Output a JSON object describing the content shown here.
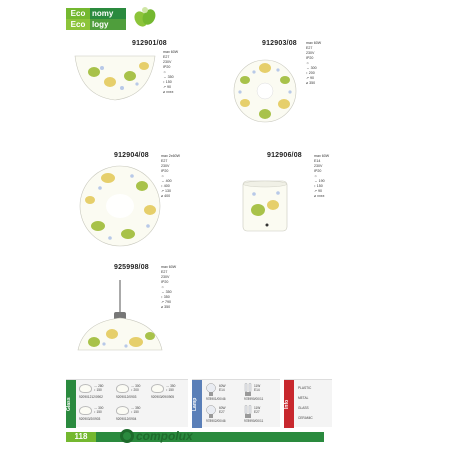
{
  "eco": {
    "row1_a": "Eco",
    "row1_b": "nomy",
    "row2_a": "Eco",
    "row2_b": "logy"
  },
  "products": [
    {
      "code": "912901/08",
      "specs": [
        "max 60W",
        "E27",
        "230V",
        "IP20",
        "",
        "350",
        "150",
        "90",
        "",
        "xxxx"
      ]
    },
    {
      "code": "912903/08",
      "specs": [
        "max 60W",
        "E27",
        "230V",
        "IP20",
        "",
        "300",
        "200",
        "90",
        "",
        "350"
      ]
    },
    {
      "code": "912904/08",
      "specs": [
        "max 2x60W",
        "E27",
        "230V",
        "IP20",
        "",
        "400",
        "400",
        "130",
        "",
        "400"
      ]
    },
    {
      "code": "912906/08",
      "specs": [
        "max 60W",
        "E14",
        "230V",
        "IP20",
        "",
        "190",
        "150",
        "90",
        "",
        "xxxx"
      ]
    },
    {
      "code": "925998/08",
      "specs": [
        "max 60W",
        "E27",
        "230V",
        "IP20",
        "",
        "350",
        "350",
        "790",
        "",
        "350"
      ]
    }
  ],
  "strip": {
    "glass_label": "Glass",
    "lamp_label": "Lamp",
    "info_label": "Info",
    "items": [
      {
        "l1": "280",
        "l2": "150",
        "code": "920901212/0902"
      },
      {
        "l1": "300",
        "l2": "200",
        "code": "9209012/0903"
      },
      {
        "l1": "350",
        "l2": "150",
        "code": "920903/09/0905"
      },
      {
        "l1": "300",
        "l2": "150",
        "code": "920903/2/0903"
      },
      {
        "l1": "350",
        "l2": "150",
        "code": "9209012/0904"
      },
      {
        "l1": "",
        "l2": "",
        "code": ""
      }
    ],
    "bulbs": [
      {
        "w": "60W",
        "s": "E14",
        "w2": "11W",
        "s2": "E14",
        "c1": "978901/00/46",
        "c2": "978990/00/11"
      },
      {
        "w": "60W",
        "s": "E27",
        "w2": "11W",
        "s2": "E27",
        "c1": "978902/00/46",
        "c2": "978990/00/11"
      }
    ],
    "info": [
      "PLASTIC",
      "METAL",
      "GLASS",
      "CERAMIC"
    ]
  },
  "footer": {
    "page": "118",
    "brand": "compolux"
  },
  "colors": {
    "green_dark": "#2a8a3e",
    "green_light": "#74b830",
    "frog_green": "#a8c24a",
    "frog_yellow": "#e6cf6b"
  }
}
